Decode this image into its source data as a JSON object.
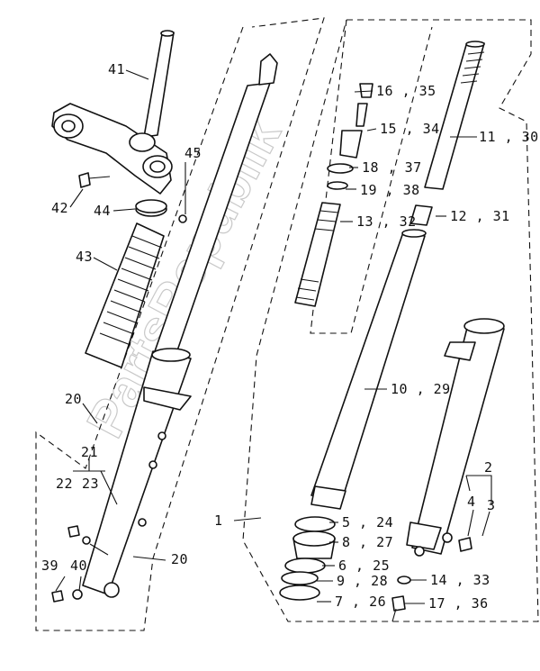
{
  "labels": {
    "p1": "1",
    "p2": "2",
    "p3": "3",
    "p4": "4",
    "p5": "5 , 24",
    "p8": "8 , 27",
    "p6": "6 , 25",
    "p9": "9 , 28",
    "p7": "7 , 26",
    "p10": "10 , 29",
    "p11": "11 , 30",
    "p12": "12 , 31",
    "p13": "13 , 32",
    "p14": "14 , 33",
    "p15": "15 , 34",
    "p16": "16 , 35",
    "p17": "17 , 36",
    "p18": "18 , 37",
    "p19": "19 , 38",
    "p20a": "20",
    "p20b": "20",
    "p21": "21",
    "p22": "22",
    "p23": "23",
    "p39": "39",
    "p40": "40",
    "p41": "41",
    "p42": "42",
    "p43": "43",
    "p44": "44",
    "p45": "45"
  },
  "watermark": "PartsRepublik"
}
